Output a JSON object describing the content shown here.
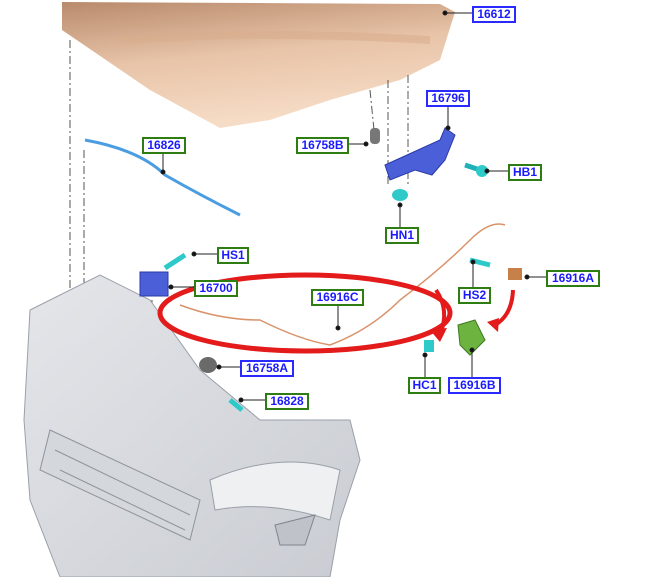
{
  "colors": {
    "green_box": "#2e7d13",
    "blue_box": "#2a2aff",
    "label_text": "#1a1aff",
    "highlight": "#e31b1b"
  },
  "labels": {
    "hood": "16612",
    "hood_latch_bracket": "16796",
    "bump_stop_b": "16758B",
    "hb1": "HB1",
    "seal": "16826",
    "hn1": "HN1",
    "hs1": "HS1",
    "latch": "16700",
    "release_cable": "16916C",
    "hs2": "HS2",
    "release_handle_a": "16916A",
    "bump_stop_a": "16758A",
    "prop_clip": "16828",
    "hc1": "HC1",
    "release_handle_b": "16916B"
  }
}
